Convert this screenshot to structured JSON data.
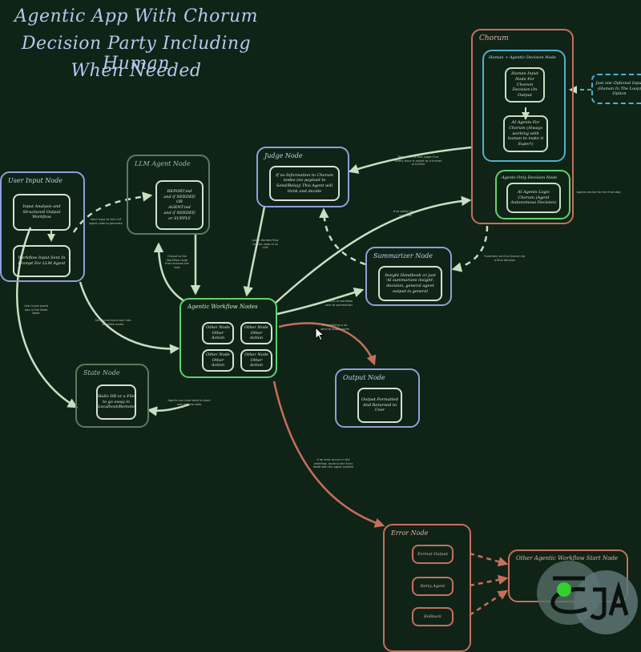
{
  "title": {
    "lines": [
      "Agentic App With Chorum",
      "Decision Party Including Human",
      "When Needed"
    ]
  },
  "nodes": {
    "user_input": {
      "label": "User Input Node",
      "steps": [
        "Input Analysis and Structured Output Workflow",
        "Workflow Input Sent In Prompt For LLM Agent"
      ]
    },
    "llm_agent": {
      "label": "LLM Agent Node",
      "text": "REPORT.md\nand if NEEDED\nOR\nAGENT.md\nand if NEEDED\nor SUPPLY"
    },
    "judge": {
      "label": "Judge Node",
      "text": "If no Information to Chorum nodes (no payload to Send/Relay) This Agent will think and decide"
    },
    "chorum": {
      "label": "Chorum",
      "human_group": "Human + Agentic Decision Node",
      "human_box": "Human Input Node For Chorum Decision On Output",
      "agents_box": "AI Agents For Chorum (Always working with human to make it Super!)",
      "agents_only_group": "Agents Only Decision Node",
      "agents_only_box": "AI Agents Logic Chorum (Agent Autonomous Decision)"
    },
    "human_optional": {
      "text": "Just one Optional Input (Human In The Loop) Option"
    },
    "summarizer": {
      "label": "Summarizer Node",
      "text": "Insight Handbook or just 'AI summarizes insight', decision, general agent output in general"
    },
    "workflow": {
      "label": "Agentic Workflow Nodes",
      "cells": [
        "Other Node Other Action",
        "Other Node Other Action",
        "Other Node Other Action",
        "Other Node Other Action"
      ]
    },
    "state": {
      "label": "State Node",
      "text": "Hallo DB or a File to go away in Localhost/Remote"
    },
    "output": {
      "label": "Output Node",
      "text": "Output Formatted And Returned to User"
    },
    "error": {
      "label": "Error Node",
      "items": [
        "Format Output",
        "Retry Agent",
        "Rollback"
      ]
    },
    "other_start": {
      "label": "Other Agentic Workflow Start Node"
    }
  },
  "edge_labels": {
    "chorum_to_judge": "Return to the first judge if no safety issue is raised by a human or further",
    "judge_to_workflow": "Judge decides flow to next node or to LLM",
    "llm_to_workflow": "Output to the Workflow node that receives the task",
    "input_to_llm": "Send input to the LLM agent node to generate",
    "input_to_workflow": "Structured input sent into workflow nodes",
    "input_to_state": "User input saved also in the State Node",
    "workflow_to_state": "Agents can read state to store and retrieve data",
    "workflow_to_summarizer": "Results of workflow sent to summarizer",
    "summarizer_to_chorum": "Summary sent to Chorum for a final decision",
    "workflow_to_output": "If everything is ok, send to output node",
    "workflow_to_error": "If an error occurs in the workflow, route to the Error Node with the agent context",
    "chorum_note": "If no safety issue, continue",
    "agents_note": "Agents decide for the final step"
  },
  "colors": {
    "background": "#0f2416",
    "title": "#b8c7ef",
    "blue": "#8f9fdc",
    "green": "#5fd36e",
    "gray": "#5c7a5e",
    "salmon": "#c76e5d",
    "cyan": "#4fb1cd",
    "arrow_light": "#c8dfc2",
    "arrow_red": "#c76e5d"
  },
  "icons": {
    "cursor": "mouse-pointer-icon",
    "logo": "watermark-logo-icon"
  }
}
